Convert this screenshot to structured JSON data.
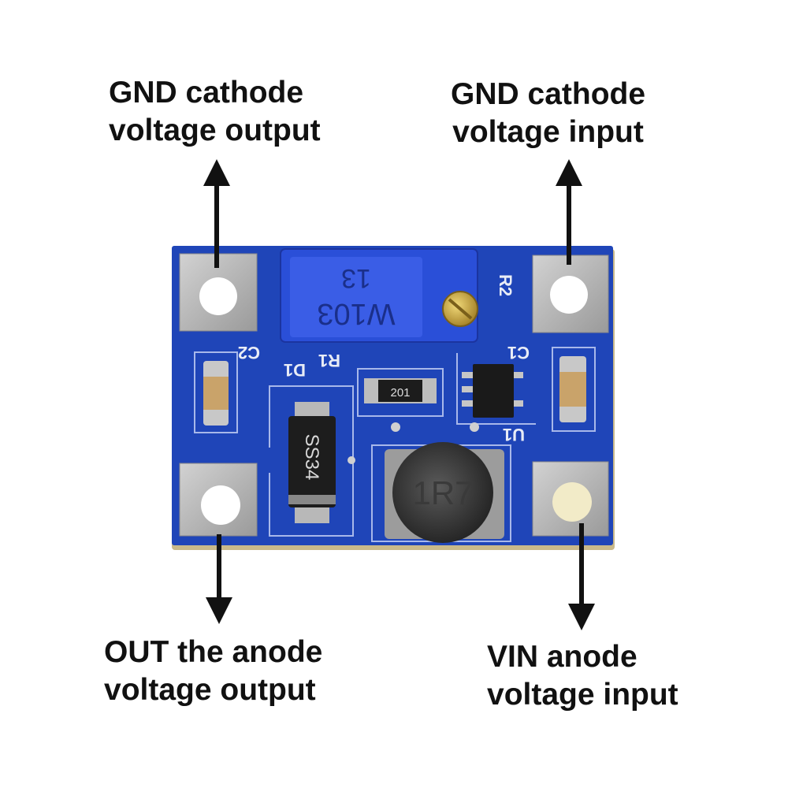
{
  "labels": {
    "top_left": {
      "line1": "GND cathode",
      "line2": "voltage output"
    },
    "top_right": {
      "line1": "GND cathode",
      "line2": "voltage input"
    },
    "bottom_left": {
      "line1": "OUT the anode",
      "line2": "voltage output"
    },
    "bottom_right": {
      "line1": "VIN anode",
      "line2": "voltage input"
    }
  },
  "silkscreen": {
    "r2": "R2",
    "r1": "R1",
    "c2": "C2",
    "d1": "D1",
    "c1": "C1",
    "u1": "U1"
  },
  "components": {
    "pot_top": "13",
    "pot_code": "W103",
    "diode_code": "SS34",
    "resistor_code": "201",
    "inductor_code": "1R7"
  },
  "colors": {
    "pcb": "#1f45b8",
    "pcb_dark": "#18379a",
    "pad": "#b9b9b9",
    "pot": "#2a4fd8",
    "arrow": "#111111",
    "silk": "#e8ecf6"
  }
}
